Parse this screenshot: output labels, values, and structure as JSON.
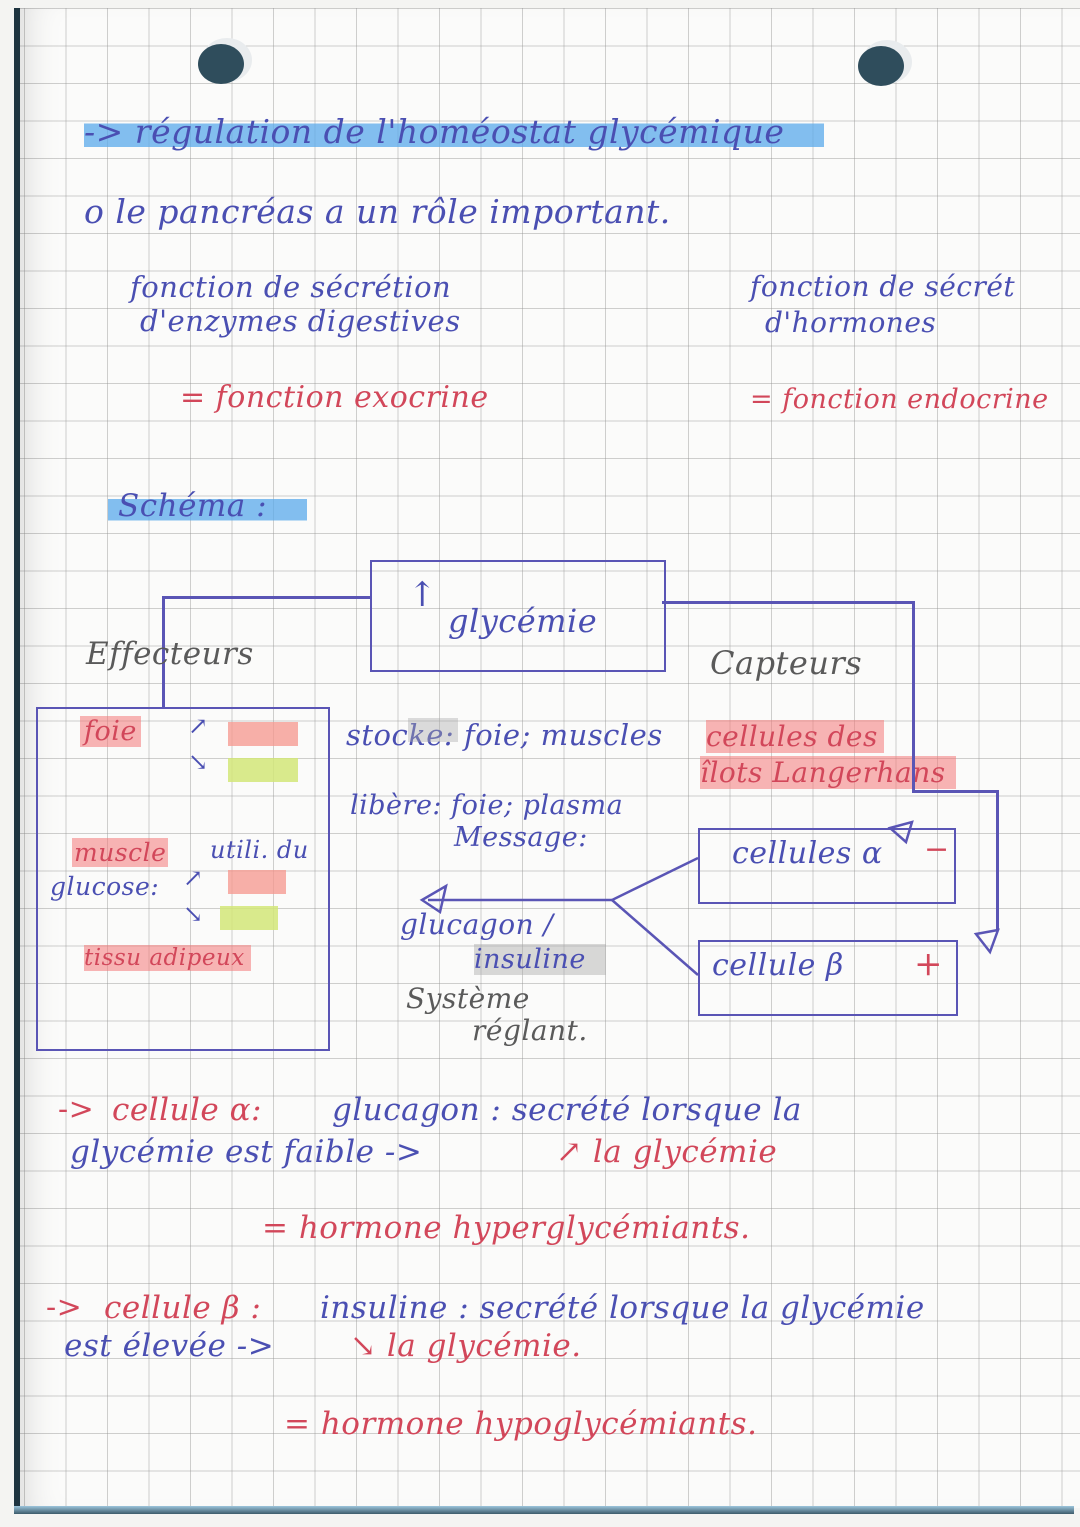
{
  "title": "-> régulation de l'homéostat glycémique",
  "intro": "o le pancréas a un rôle important.",
  "functions": {
    "exocrine": {
      "line1": "fonction de sécrétion",
      "line2": "d'enzymes digestives",
      "equals": "= fonction exocrine"
    },
    "endocrine": {
      "line1": "fonction de sécrét",
      "line2": "d'hormones",
      "equals": "= fonction endocrine"
    }
  },
  "schema": {
    "heading": "Schéma :",
    "center_box": {
      "arrow": "↑",
      "label": "glycémie"
    },
    "effecteurs": {
      "label": "Effecteurs",
      "items": {
        "foie": "foie",
        "muscle": "muscle",
        "muscle_note": "utili. du",
        "glucose": "glucose:",
        "tissu": "tissu adipeux"
      },
      "arrow_up": "↗",
      "arrow_down": "↘"
    },
    "capteurs": {
      "label": "Capteurs",
      "cells_line1": "cellules des",
      "cells_line2": "îlots Langerhans"
    },
    "middle": {
      "stocke": "stocke: foie; muscles",
      "libere": "libère: foie; plasma",
      "message": "Message:",
      "hormones_1": "glucagon /",
      "hormones_2": "insuline",
      "systeme_1": "Système",
      "systeme_2": "réglant."
    },
    "alpha_box": {
      "label": "cellules α",
      "sign": "−"
    },
    "beta_box": {
      "label": "cellule β",
      "sign": "+"
    }
  },
  "notes": {
    "alpha": {
      "arrow": "->",
      "cell": "cellule α:",
      "rest1": "glucagon : secrété lorsque la",
      "line2": "glycémie est faible ->",
      "effect": "↗ la glycémie",
      "conclusion": "= hormone hyperglycémiants."
    },
    "beta": {
      "arrow": "->",
      "cell": "cellule β :",
      "rest1": "insuline : secrété lorsque la glycémie",
      "line2": "est élevée ->",
      "effect": "↘ la glycémie.",
      "conclusion": "= hormone hypoglycémiants."
    }
  },
  "colors": {
    "ink_blue": "#4a4fb2",
    "ink_red": "#d2475a",
    "highlight_blue": "#5aaaeb",
    "highlight_red": "#f47878",
    "highlight_green": "#d2e678"
  }
}
